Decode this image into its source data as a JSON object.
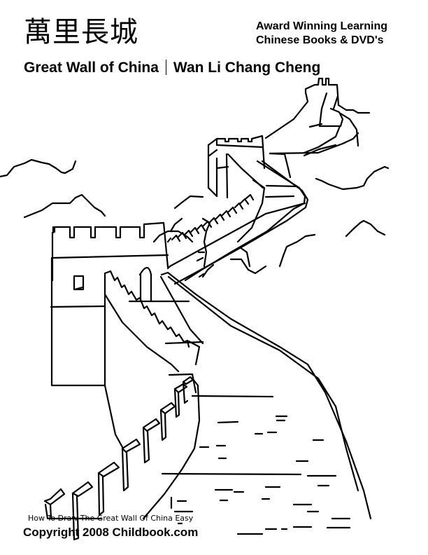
{
  "header": {
    "chinese_title": "萬里長城",
    "tagline_line1": "Award Winning Learning",
    "tagline_line2": "Chinese Books & DVD's",
    "title_english": "Great Wall of China",
    "title_pinyin": "Wan Li Chang Cheng"
  },
  "illustration": {
    "subject": "Great Wall of China line-art coloring page",
    "stroke_color": "#000000",
    "background_color": "#ffffff"
  },
  "footer": {
    "caption": "How To Draw The Great Wall Of China Easy",
    "copyright": "Copyright 2008 Childbook.com"
  }
}
